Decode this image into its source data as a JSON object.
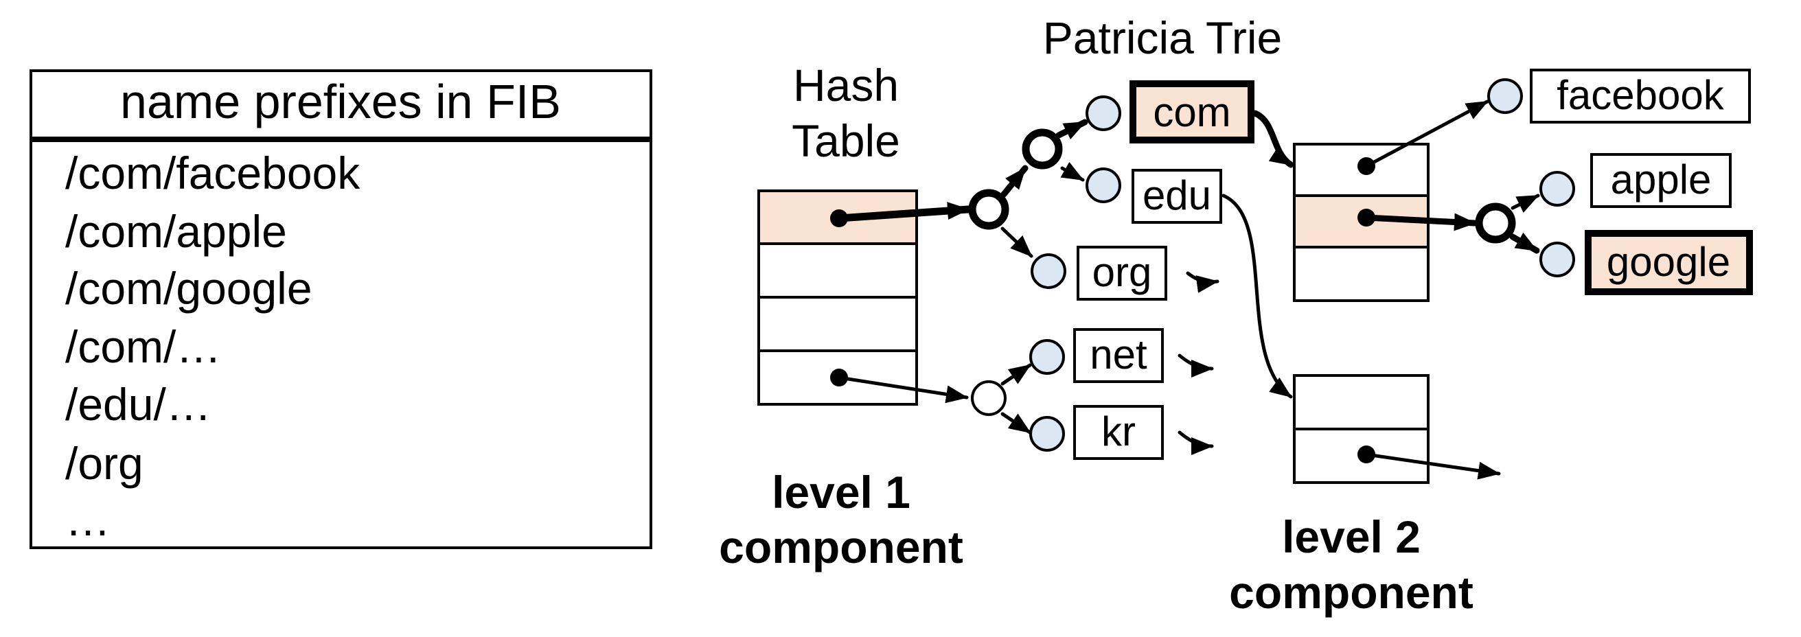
{
  "fib_table": {
    "header": "name prefixes in FIB",
    "rows": [
      "/com/facebook",
      "/com/apple",
      "/com/google",
      "/com/…",
      "/edu/…",
      "/org",
      "…"
    ]
  },
  "hash_table": {
    "title_line1": "Hash",
    "title_line2": "Table"
  },
  "patricia_trie": {
    "title": "Patricia Trie"
  },
  "level1": {
    "line1": "level 1",
    "line2": "component"
  },
  "level2": {
    "line1": "level 2",
    "line2": "component"
  },
  "trie_labels": {
    "com": "com",
    "edu": "edu",
    "org": "org",
    "net": "net",
    "kr": "kr",
    "facebook": "facebook",
    "apple": "apple",
    "google": "google"
  },
  "colors": {
    "highlight": "#fbe3d4",
    "leaf_node": "#dbe7f3"
  }
}
